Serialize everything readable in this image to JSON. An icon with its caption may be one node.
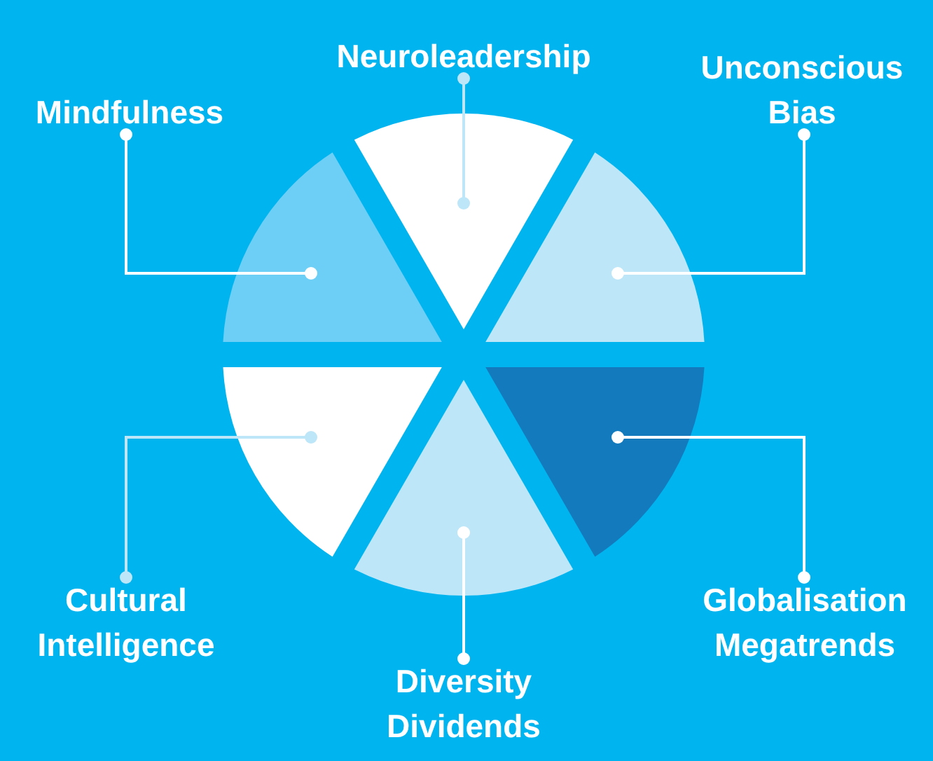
{
  "diagram": {
    "nodes": [
      {
        "text": [
          "Neuroleadership"
        ]
      },
      {
        "text": [
          "Mindfulness"
        ]
      },
      {
        "text": [
          "Unconscious Bias"
        ]
      },
      {
        "text": [
          "Cultural Intelligence"
        ]
      },
      {
        "text": [
          "Globalisation Megatrends"
        ]
      },
      {
        "text": [
          "Diversity Dividends"
        ]
      },
      {
        "text": [],
        "shape": "sector"
      },
      {
        "text": [],
        "shape": "sector"
      },
      {
        "text": [],
        "shape": "sector"
      },
      {
        "text": [],
        "shape": "sector"
      },
      {
        "text": [],
        "shape": "sector"
      },
      {
        "text": [],
        "shape": "sector"
      }
    ],
    "edges": [
      {
        "from": 0,
        "to": 6,
        "arrow": "other",
        "color": "#bde6f8"
      },
      {
        "from": 1,
        "to": 7,
        "arrow": "other"
      },
      {
        "from": 2,
        "to": 8,
        "arrow": "other"
      },
      {
        "from": 3,
        "to": 9,
        "arrow": "other",
        "color": "#bde6f8"
      },
      {
        "from": 4,
        "to": 10,
        "arrow": "other"
      },
      {
        "from": 5,
        "to": 11,
        "arrow": "other"
      }
    ]
  }
}
